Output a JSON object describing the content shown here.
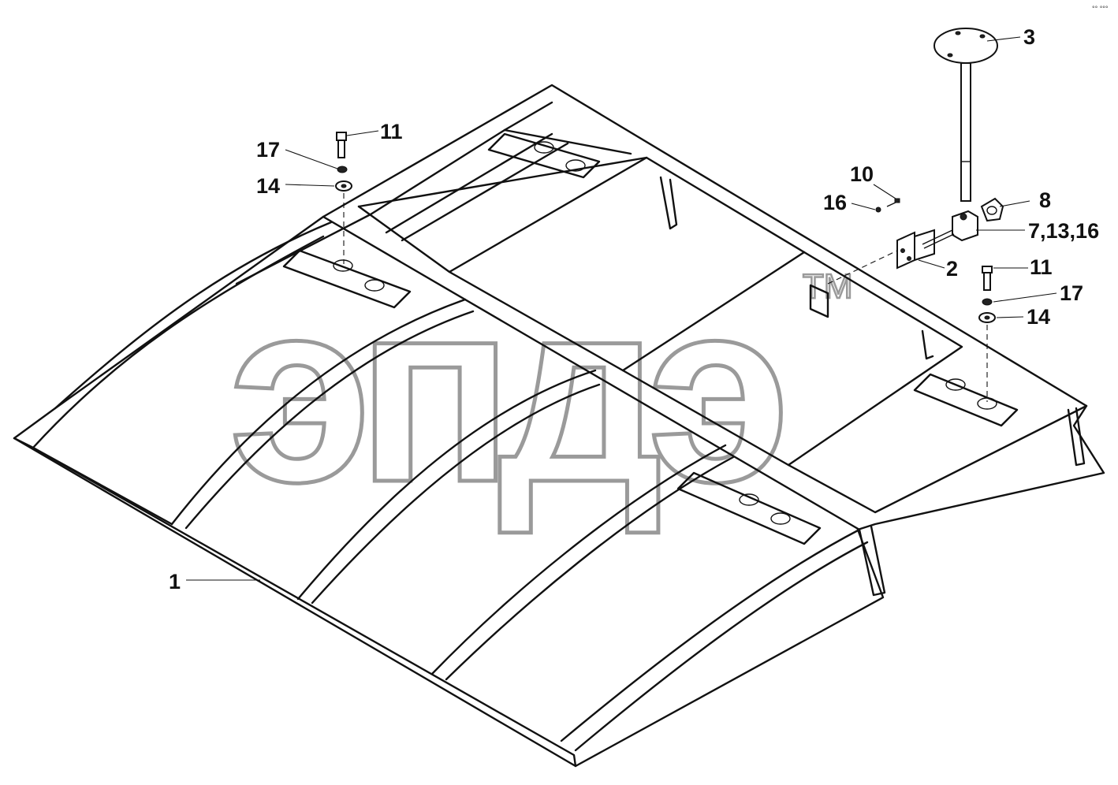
{
  "watermark": {
    "text": "эпдэ",
    "mark": "TM"
  },
  "corner_text": "°° °°°",
  "callouts": [
    {
      "id": "c1",
      "label": "1"
    },
    {
      "id": "c2",
      "label": "2"
    },
    {
      "id": "c3",
      "label": "3"
    },
    {
      "id": "c8",
      "label": "8"
    },
    {
      "id": "c7",
      "label": "7,13,16"
    },
    {
      "id": "c10",
      "label": "10"
    },
    {
      "id": "c16",
      "label": "16"
    },
    {
      "id": "c11a",
      "label": "11"
    },
    {
      "id": "c17a",
      "label": "17"
    },
    {
      "id": "c14a",
      "label": "14"
    },
    {
      "id": "c11b",
      "label": "11"
    },
    {
      "id": "c17b",
      "label": "17"
    },
    {
      "id": "c14b",
      "label": "14"
    }
  ],
  "colors": {
    "line": "#111111",
    "watermark": "#9a9a9a",
    "background": "#ffffff"
  },
  "parts": {
    "frame": "canopy-frame",
    "mount": "mounting-bracket",
    "mast": "mast-with-plate",
    "bolt": "bolt-icon",
    "washer": "washer-icon",
    "lock_washer": "lock-washer-icon"
  }
}
